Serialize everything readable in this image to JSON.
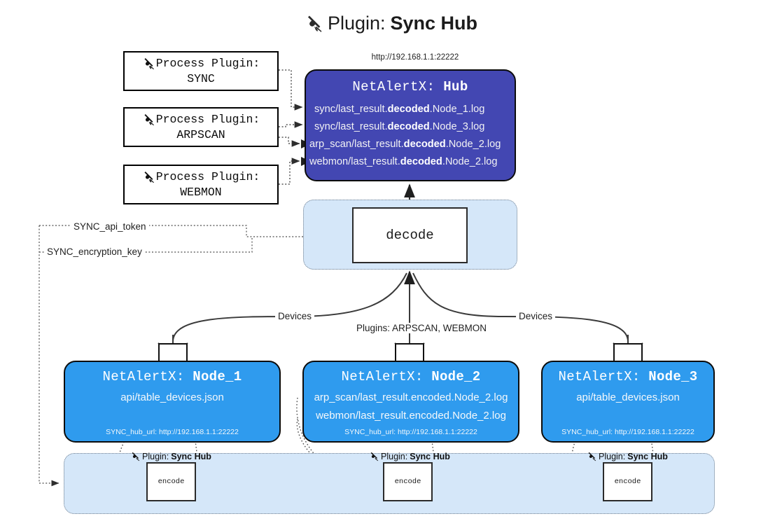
{
  "title": {
    "icon": "plug-icon",
    "prefix": "Plugin:",
    "name": "Sync Hub"
  },
  "hub": {
    "url": "http://192.168.1.1:22222",
    "title_prefix": "NetAlertX:",
    "title_name": "Hub",
    "lines": [
      {
        "pre": "sync/last_result.",
        "bold": "decoded",
        "post": ".Node_1.log"
      },
      {
        "pre": "sync/last_result.",
        "bold": "decoded",
        "post": ".Node_3.log"
      },
      {
        "pre": "arp_scan/last_result.",
        "bold": "decoded",
        "post": ".Node_2.log"
      },
      {
        "pre": "webmon/last_result.",
        "bold": "decoded",
        "post": ".Node_2.log"
      }
    ]
  },
  "process_plugins": [
    {
      "label": "Process Plugin:",
      "name": "SYNC"
    },
    {
      "label": "Process Plugin:",
      "name": "ARPSCAN"
    },
    {
      "label": "Process Plugin:",
      "name": "WEBMON"
    }
  ],
  "decode": {
    "label": "decode"
  },
  "wire_labels": {
    "api_token": "SYNC_api_token",
    "encryption_key": "SYNC_encryption_key",
    "devices_left": "Devices",
    "devices_right": "Devices",
    "plugins_middle": "Plugins: ARPSCAN, WEBMON"
  },
  "nodes": [
    {
      "title_prefix": "NetAlertX:",
      "title_name": "Node_1",
      "rows": [
        "api/table_devices.json"
      ],
      "hub_url_label": "SYNC_hub_url: http://192.168.1.1:22222",
      "icon": "envelope-icon"
    },
    {
      "title_prefix": "NetAlertX:",
      "title_name": "Node_2",
      "rows": [
        "arp_scan/last_result.encoded.Node_2.log",
        "webmon/last_result.encoded.Node_2.log"
      ],
      "hub_url_label": "SYNC_hub_url: http://192.168.1.1:22222",
      "icon": "envelope-icon"
    },
    {
      "title_prefix": "NetAlertX:",
      "title_name": "Node_3",
      "rows": [
        "api/table_devices.json"
      ],
      "hub_url_label": "SYNC_hub_url: http://192.168.1.1:22222",
      "icon": "envelope-icon"
    }
  ],
  "plugin_band": [
    {
      "prefix": "Plugin:",
      "name": "Sync Hub",
      "box": "encode"
    },
    {
      "prefix": "Plugin:",
      "name": "Sync Hub",
      "box": "encode"
    },
    {
      "prefix": "Plugin:",
      "name": "Sync Hub",
      "box": "encode"
    }
  ],
  "colors": {
    "hub_fill": "#4347b2",
    "node_fill": "#2f9bee",
    "container_fill": "#d5e7f9",
    "container_border": "#6f7d8c",
    "stroke": "#0c0c0c",
    "background": "#ffffff"
  }
}
